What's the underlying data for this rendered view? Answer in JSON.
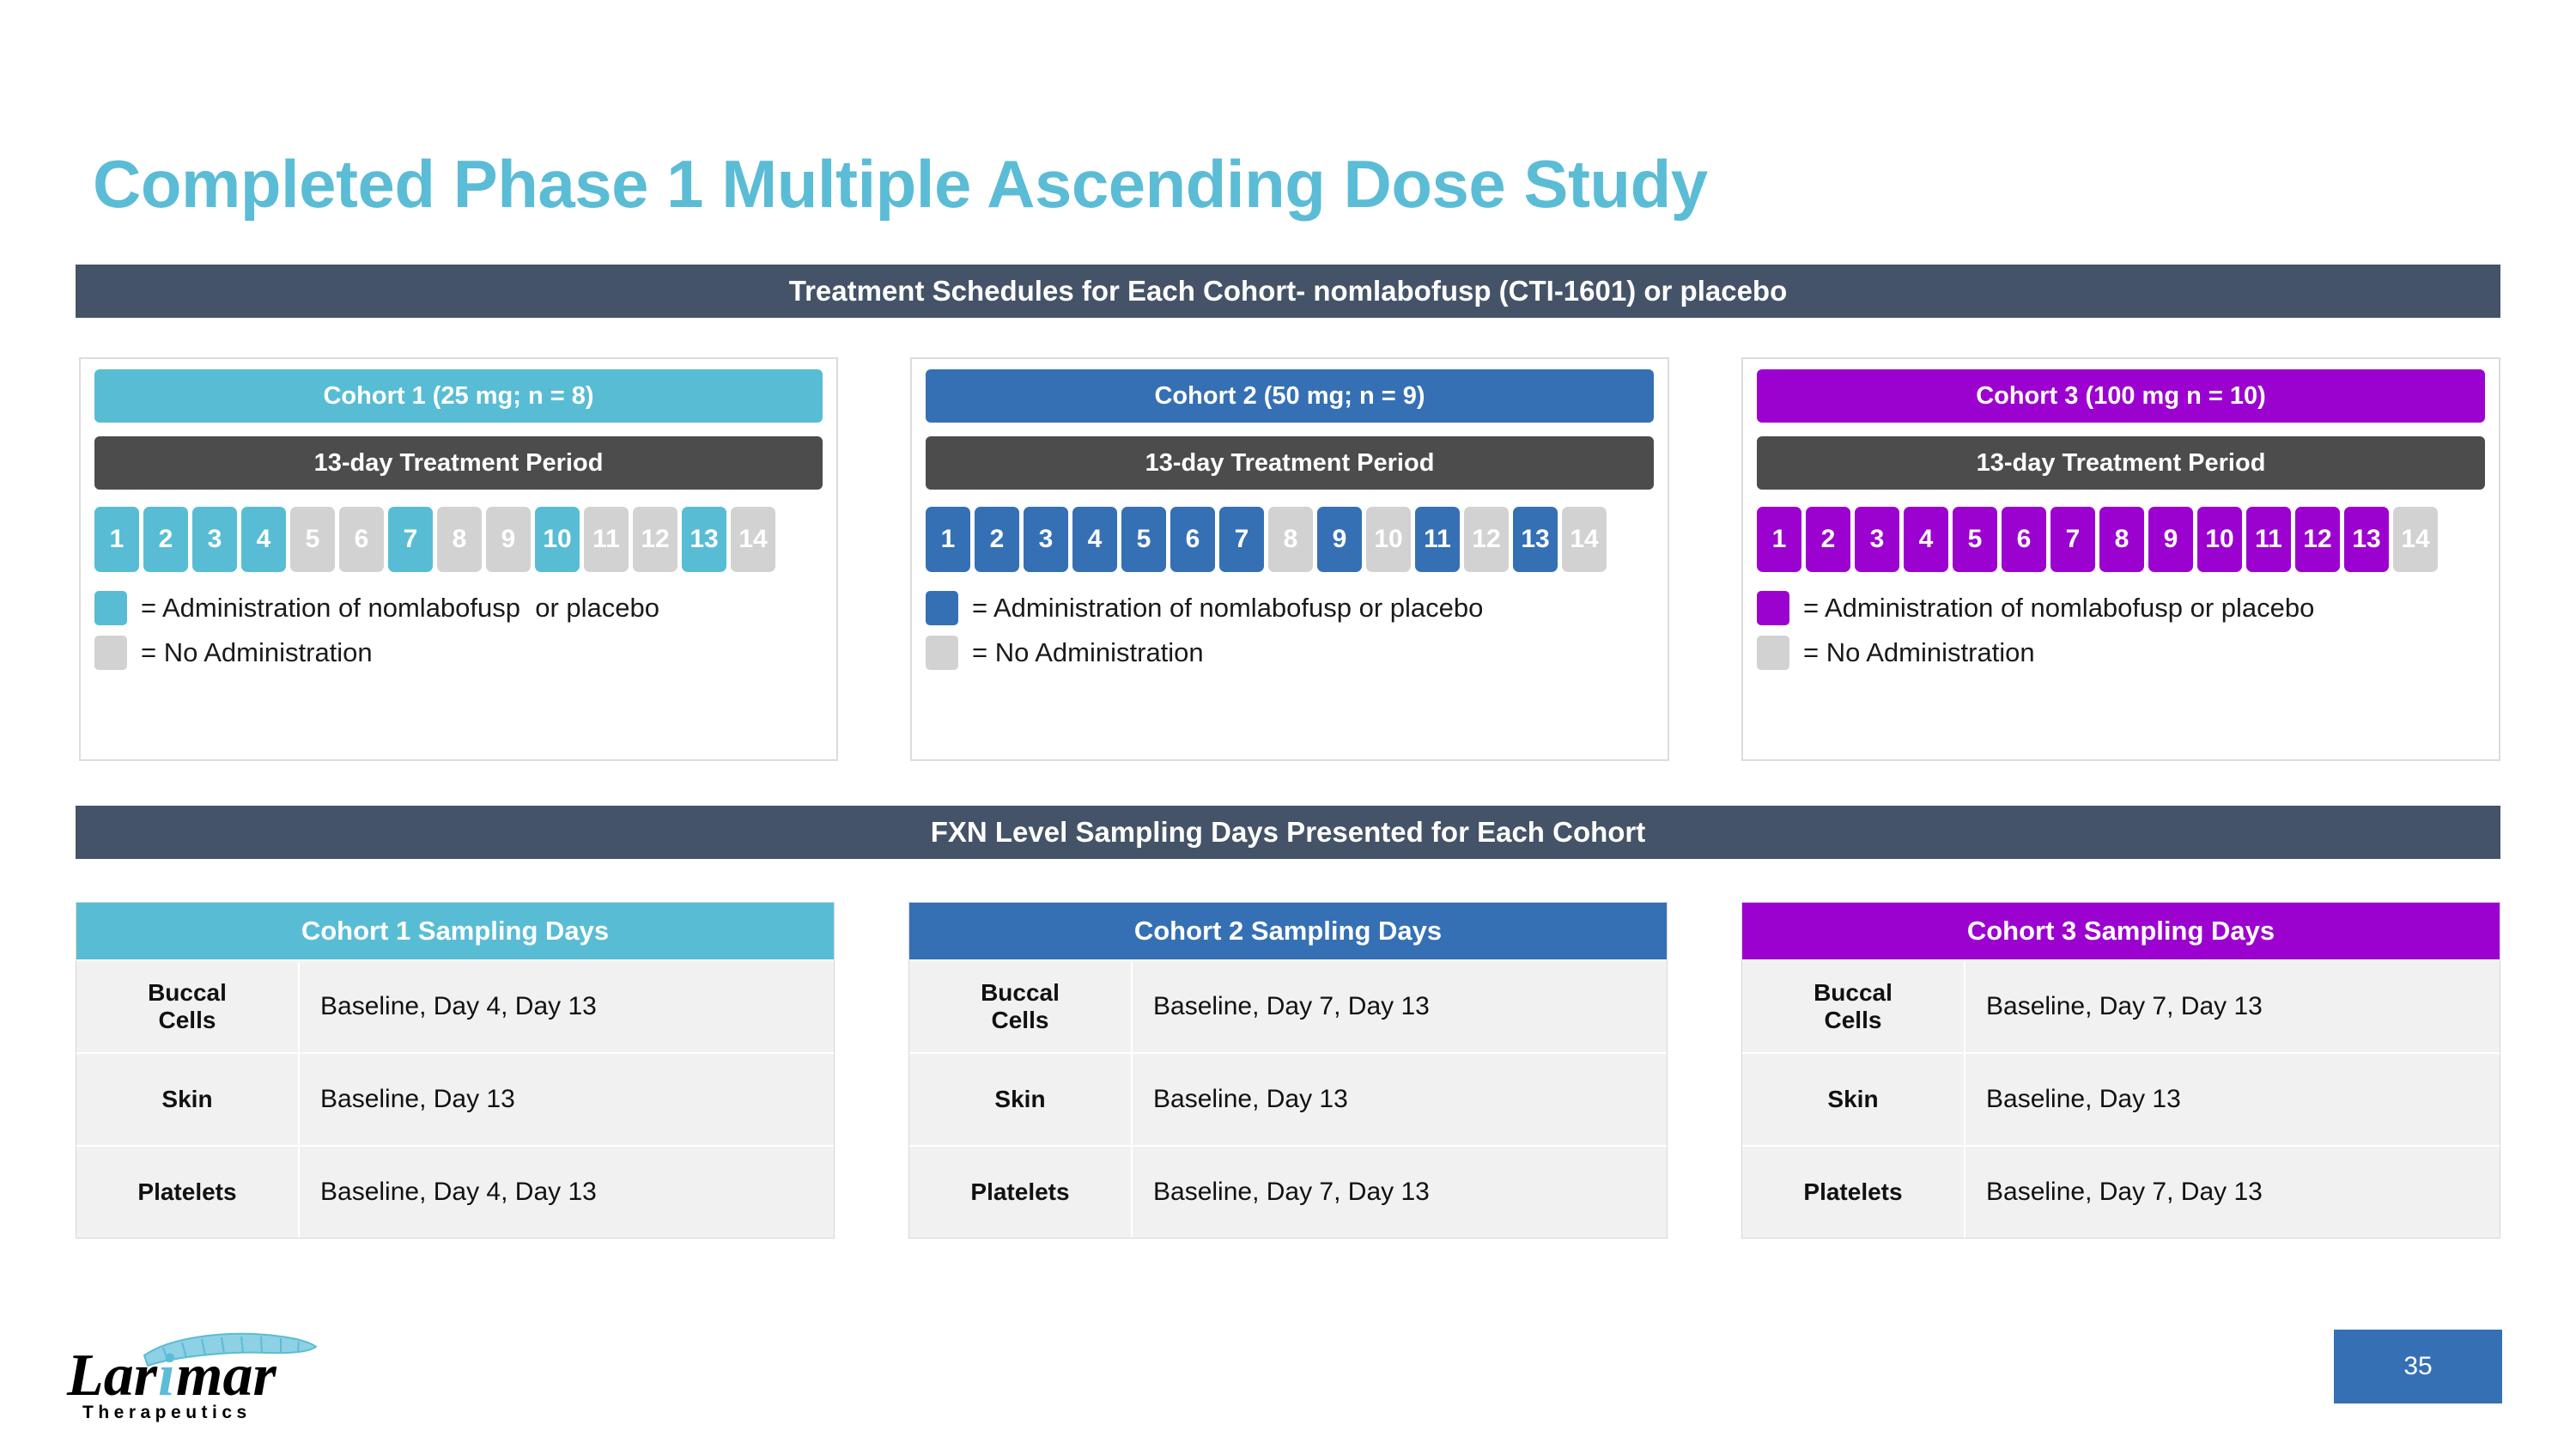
{
  "slide": {
    "title": "Completed Phase 1 Multiple Ascending Dose Study",
    "page_number": "35"
  },
  "colors": {
    "title": "#5bbcd6",
    "section_bar": "#445368",
    "treatment_period": "#4c4c4c",
    "no_admin": "#d2d2d2",
    "cohort1": "#58bdd4",
    "cohort2": "#3570b4",
    "cohort3": "#9c02cf",
    "page_badge": "#3570b4"
  },
  "sections": {
    "treatment_schedules_header": "Treatment Schedules for Each Cohort- nomlabofusp (CTI-1601) or placebo",
    "fxn_sampling_header": "FXN Level Sampling Days Presented for Each Cohort"
  },
  "cohorts": [
    {
      "title": "Cohort 1 (25 mg; n = 8)",
      "treatment_period": "13-day Treatment Period",
      "color": "#58bdd4",
      "days": [
        {
          "label": "1",
          "administered": true
        },
        {
          "label": "2",
          "administered": true
        },
        {
          "label": "3",
          "administered": true
        },
        {
          "label": "4",
          "administered": true
        },
        {
          "label": "5",
          "administered": false
        },
        {
          "label": "6",
          "administered": false
        },
        {
          "label": "7",
          "administered": true
        },
        {
          "label": "8",
          "administered": false
        },
        {
          "label": "9",
          "administered": false
        },
        {
          "label": "10",
          "administered": true
        },
        {
          "label": "11",
          "administered": false
        },
        {
          "label": "12",
          "administered": false
        },
        {
          "label": "13",
          "administered": true
        },
        {
          "label": "14",
          "administered": false
        }
      ],
      "legend_admin": "= Administration of nomlabofusp  or placebo",
      "legend_no_admin": "= No Administration"
    },
    {
      "title": "Cohort 2 (50 mg; n = 9)",
      "treatment_period": "13-day Treatment Period",
      "color": "#3570b4",
      "days": [
        {
          "label": "1",
          "administered": true
        },
        {
          "label": "2",
          "administered": true
        },
        {
          "label": "3",
          "administered": true
        },
        {
          "label": "4",
          "administered": true
        },
        {
          "label": "5",
          "administered": true
        },
        {
          "label": "6",
          "administered": true
        },
        {
          "label": "7",
          "administered": true
        },
        {
          "label": "8",
          "administered": false
        },
        {
          "label": "9",
          "administered": true
        },
        {
          "label": "10",
          "administered": false
        },
        {
          "label": "11",
          "administered": true
        },
        {
          "label": "12",
          "administered": false
        },
        {
          "label": "13",
          "administered": true
        },
        {
          "label": "14",
          "administered": false
        }
      ],
      "legend_admin": "= Administration of nomlabofusp or placebo",
      "legend_no_admin": "= No Administration"
    },
    {
      "title": "Cohort 3 (100 mg n = 10)",
      "treatment_period": "13-day Treatment Period",
      "color": "#9c02cf",
      "days": [
        {
          "label": "1",
          "administered": true
        },
        {
          "label": "2",
          "administered": true
        },
        {
          "label": "3",
          "administered": true
        },
        {
          "label": "4",
          "administered": true
        },
        {
          "label": "5",
          "administered": true
        },
        {
          "label": "6",
          "administered": true
        },
        {
          "label": "7",
          "administered": true
        },
        {
          "label": "8",
          "administered": true
        },
        {
          "label": "9",
          "administered": true
        },
        {
          "label": "10",
          "administered": true
        },
        {
          "label": "11",
          "administered": true
        },
        {
          "label": "12",
          "administered": true
        },
        {
          "label": "13",
          "administered": true
        },
        {
          "label": "14",
          "administered": false
        }
      ],
      "legend_admin": "= Administration of nomlabofusp or placebo",
      "legend_no_admin": "= No Administration"
    }
  ],
  "sampling_tables": [
    {
      "title": "Cohort 1 Sampling Days",
      "color": "#58bdd4",
      "rows": [
        {
          "label": "Buccal\nCells",
          "value": "Baseline, Day 4, Day 13"
        },
        {
          "label": "Skin",
          "value": "Baseline, Day 13"
        },
        {
          "label": "Platelets",
          "value": "Baseline, Day 4, Day 13"
        }
      ]
    },
    {
      "title": "Cohort 2 Sampling Days",
      "color": "#3570b4",
      "rows": [
        {
          "label": "Buccal\nCells",
          "value": "Baseline, Day 7, Day 13"
        },
        {
          "label": "Skin",
          "value": "Baseline, Day 13"
        },
        {
          "label": "Platelets",
          "value": "Baseline, Day 7, Day 13"
        }
      ]
    },
    {
      "title": "Cohort 3 Sampling Days",
      "color": "#9c02cf",
      "rows": [
        {
          "label": "Buccal\nCells",
          "value": "Baseline, Day 7, Day 13"
        },
        {
          "label": "Skin",
          "value": "Baseline, Day 13"
        },
        {
          "label": "Platelets",
          "value": "Baseline, Day 7, Day 13"
        }
      ]
    }
  ],
  "logo": {
    "name": "Larimar",
    "tagline": "Therapeutics"
  }
}
